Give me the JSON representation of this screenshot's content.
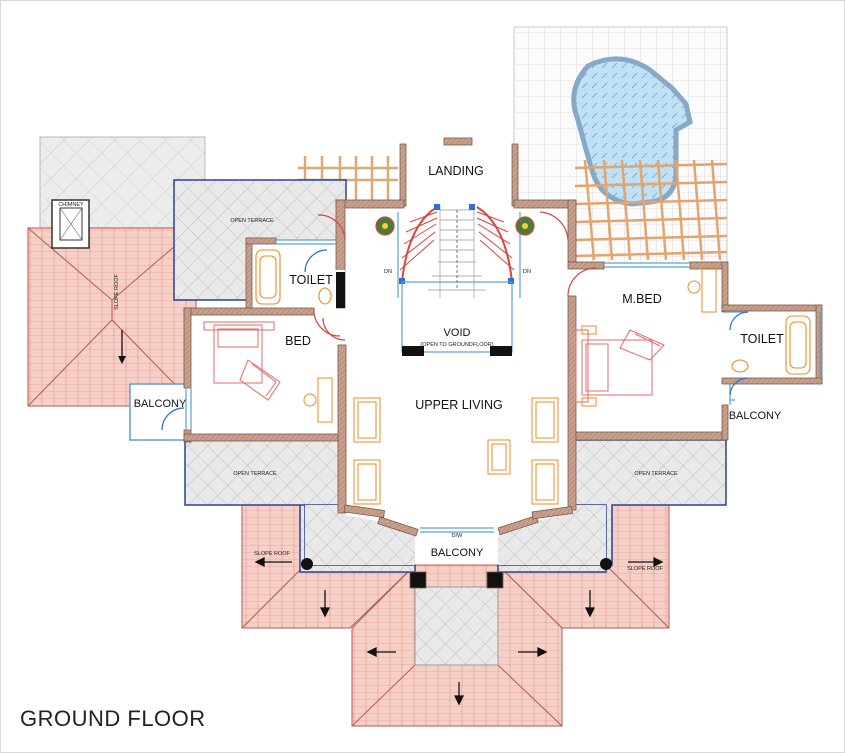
{
  "title": "GROUND FLOOR",
  "rooms": {
    "landing": "LANDING",
    "void": "VOID",
    "void_note": "(OPEN TO GROUNDFLOOR)",
    "upper_living": "UPPER LIVING",
    "toilet_left": "TOILET",
    "toilet_right": "TOILET",
    "bed": "BED",
    "master_bed": "M.BED",
    "balcony_left": "BALCONY",
    "balcony_right": "BALCONY",
    "balcony_center": "BALCONY",
    "door_dw": "D/W",
    "chimney": "CHIMNEY",
    "open_terrace_top": "OPEN TERRACE",
    "open_terrace_left": "OPEN TERRACE",
    "open_terrace_right": "OPEN TERRACE",
    "slope_roof_left_top": "SLOPE ROOF",
    "slope_roof_left": "SLOPE ROOF",
    "slope_roof_right": "SLOPE ROOF",
    "dn_left": "DN",
    "dn_right": "DN"
  },
  "colors": {
    "wall": "#c89a82",
    "roof": "#f2c6bc",
    "roof_line": "#c9685c",
    "terrace": "#e9e9e9",
    "pool": "#b9dbf2",
    "stair": "#d9453f",
    "furniture": "#f08a24",
    "bed": "#e56a6a",
    "window": "#5aa0d8"
  }
}
